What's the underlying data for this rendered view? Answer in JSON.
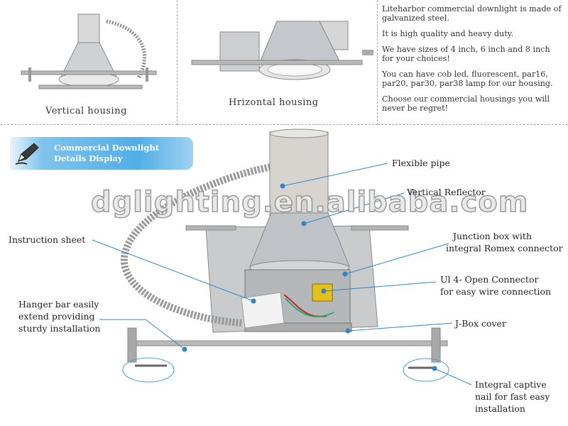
{
  "captions": {
    "vertical": "Vertical  housing",
    "horizontal": "Hrizontal  housing"
  },
  "description": [
    "Liteharbor commercial downlight is made of galvanized steel.",
    "It is high quality and heavy duty.",
    "We have sizes of 4 inch, 6 inch and 8 inch for your choices!",
    "You can have cob led, fluorescent, par16, par20, par30, par38 lamp for our housing.",
    "Choose our commercial housings you will never be regret!"
  ],
  "badge": {
    "line1": "Commercial Downlight",
    "line2": "Details Display",
    "icon": "pencil-icon"
  },
  "watermark": "dglighting.en.alibaba.com",
  "labels": {
    "flexible_pipe": "Flexible pipe",
    "vertical_reflector": "Vertical Reflector",
    "instruction_sheet": "Instruction  sheet",
    "junction_box_1": "Junction box with",
    "junction_box_2": "integral Romex connector",
    "ul_connector_1": "Ul 4- Open Connector",
    "ul_connector_2": "for easy wire connection",
    "jbox_cover": "J-Box cover",
    "hanger_bar_1": "Hanger bar  easily",
    "hanger_bar_2": "extend providing",
    "hanger_bar_3": "sturdy installation",
    "captive_nail_1": "Integral captive",
    "captive_nail_2": "nail for fast easy",
    "captive_nail_3": "installation"
  },
  "colors": {
    "leader_line": "#2f86c6",
    "badge_blue": "#52aee6"
  }
}
